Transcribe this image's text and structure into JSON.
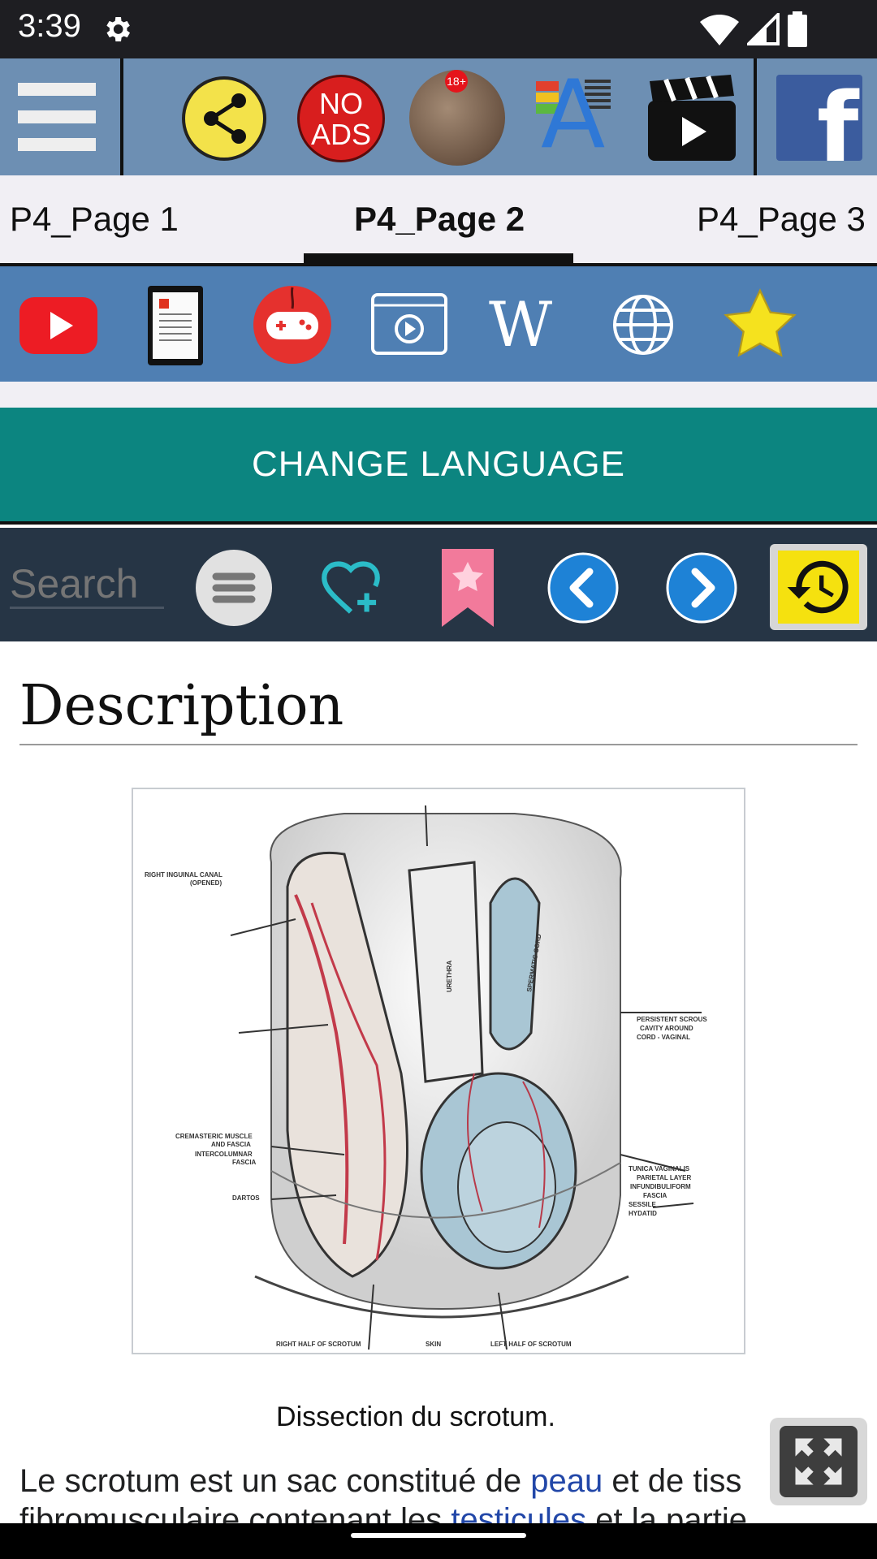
{
  "status_bar": {
    "time": "3:39"
  },
  "tabs": [
    {
      "label": "P4_Page 1"
    },
    {
      "label": "P4_Page 2"
    },
    {
      "label": "P4_Page 3"
    }
  ],
  "top_icons": {
    "no_ads_line1": "NO",
    "no_ads_line2": "ADS",
    "badge": "18+"
  },
  "change_language": "CHANGE LANGUAGE",
  "search": {
    "placeholder": "Search"
  },
  "article": {
    "heading": "Description",
    "caption": "Dissection du scrotum.",
    "para_before_link1": "Le scrotum est un sac constitué de ",
    "link1": "peau",
    "para_after_link1": " et de tiss",
    "para_line2_before": "fibromusculaire contenant les ",
    "link2": "testicules",
    "para_line2_after": " et la partie",
    "figure_labels": {
      "l1": "RIGHT INGUINAL CANAL",
      "l2": "(OPENED)",
      "l3": "CREMASTERIC MUSCLE",
      "l4": "AND FASCIA",
      "l5": "INTERCOLUMNAR",
      "l6": "FASCIA",
      "l7": "DARTOS",
      "l8": "URETHRA",
      "l9": "SPERMATIC CORD",
      "l10": "PERSISTENT SCROUS",
      "l11": "CAVITY AROUND",
      "l12": "CORD - VAGINAL",
      "l13": "TUNICA VAGINALIS",
      "l14": "PARIETAL LAYER",
      "l15": "INFUNDIBULIFORM",
      "l16": "FASCIA",
      "l17": "SESSILE",
      "l18": "HYDATID",
      "l19": "RIGHT HALF OF SCROTUM",
      "l20": "SKIN",
      "l21": "LEFT HALF OF SCROTUM"
    }
  },
  "colors": {
    "topbar": "#6d8fb3",
    "iconbar": "#4f7fb3",
    "lang_button": "#0c8580",
    "toolbar": "#263545"
  }
}
